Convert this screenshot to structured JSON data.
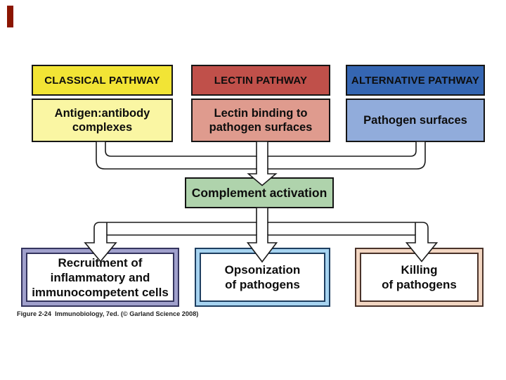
{
  "figure": {
    "background": "#FFFFFF",
    "accent_bar_color": "#8B1500",
    "connector_color": "#1A1A1A",
    "caption": "Figure 2-24  Immunobiology, 7ed. (© Garland Science 2008)",
    "pathways": [
      {
        "header": "CLASSICAL PATHWAY",
        "header_color": "#F2E435",
        "source_lines": [
          "Antigen:antibody",
          "complexes"
        ],
        "source_color": "#FAF6A3"
      },
      {
        "header": "LECTIN PATHWAY",
        "header_color": "#C0504A",
        "source_lines": [
          "Lectin binding to",
          "pathogen surfaces"
        ],
        "source_color": "#DF9B8E"
      },
      {
        "header": "ALTERNATIVE PATHWAY",
        "header_color": "#3566B2",
        "source_lines": [
          "Pathogen surfaces"
        ],
        "source_color": "#91ACDB"
      }
    ],
    "central": {
      "label": "Complement activation",
      "color": "#AFD3AC"
    },
    "outcomes": [
      {
        "lines": [
          "Recruitment of",
          "inflammatory and",
          "immunocompetent cells"
        ],
        "band_color": "#A0A0CC",
        "line_color": "#34345E"
      },
      {
        "lines": [
          "Opsonization",
          "of pathogens"
        ],
        "band_color": "#A6D3F0",
        "line_color": "#1E3E60"
      },
      {
        "lines": [
          "Killing",
          "of pathogens"
        ],
        "band_color": "#F2D6C2",
        "line_color": "#4A332A"
      }
    ]
  }
}
